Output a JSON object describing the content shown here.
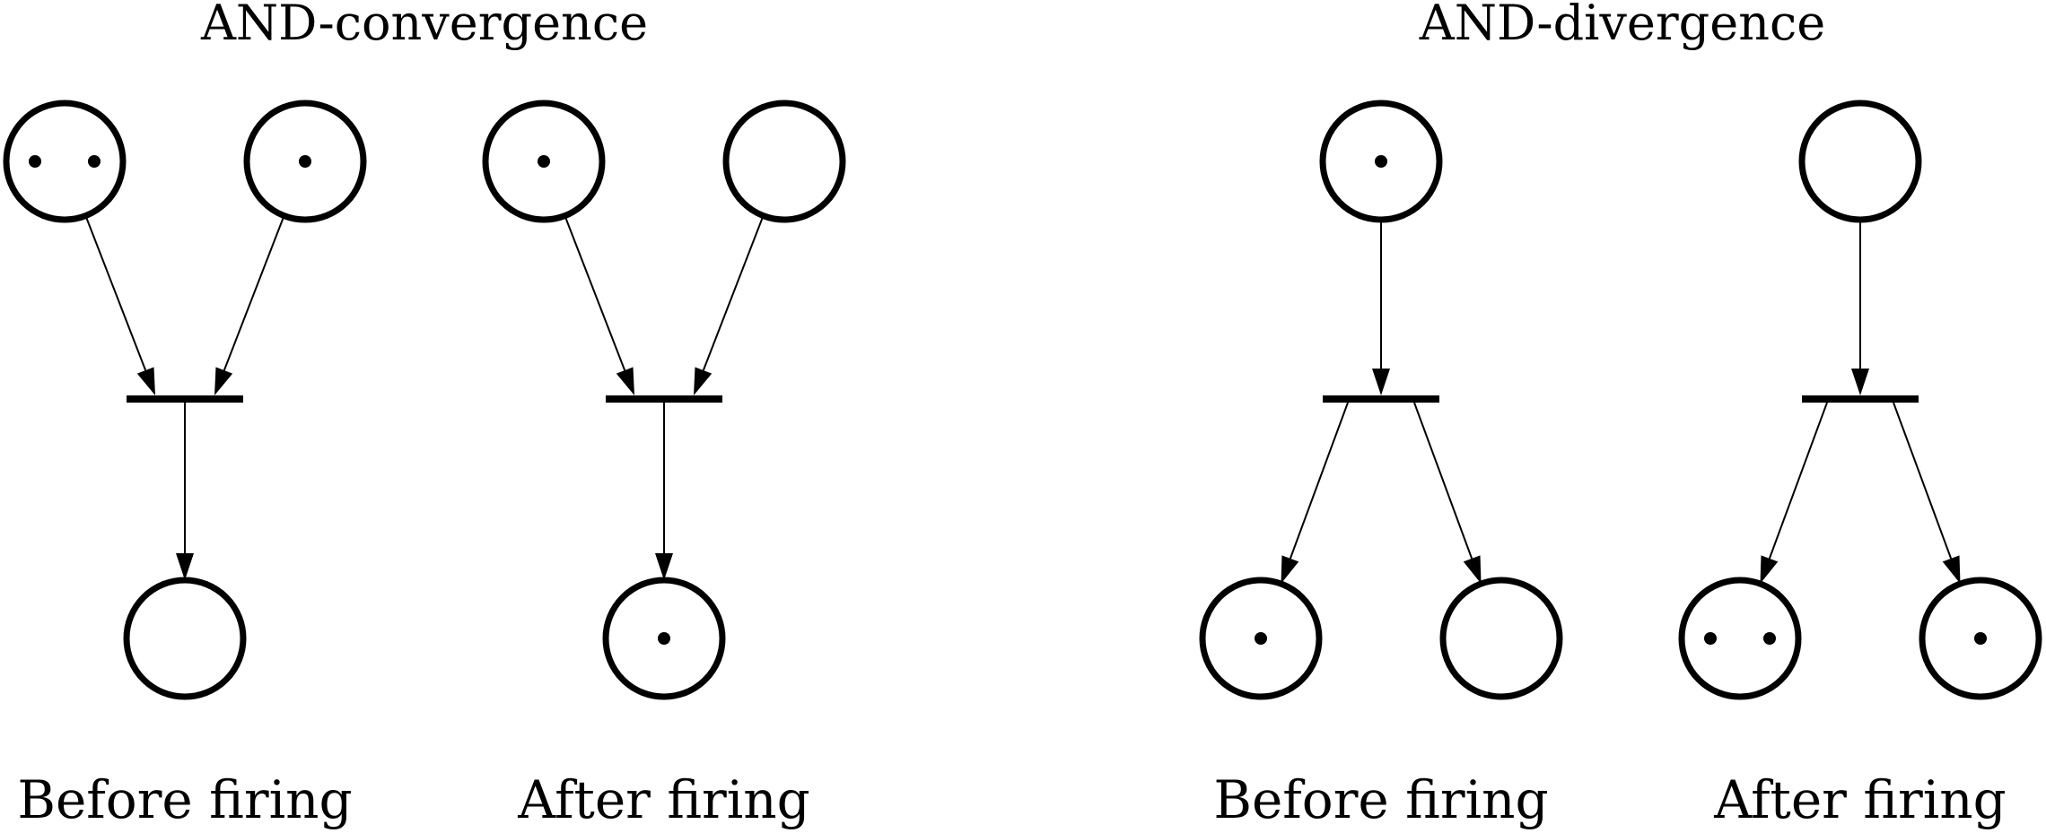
{
  "diagram_titles": {
    "and_convergence": "AND-convergence",
    "and_divergence": "AND-divergence"
  },
  "panels": [
    {
      "group": "and_convergence",
      "caption": "Before firing",
      "inputs": [
        {
          "tokens": 2
        },
        {
          "tokens": 1
        }
      ],
      "outputs": [
        {
          "tokens": 0
        }
      ]
    },
    {
      "group": "and_convergence",
      "caption": "After firing",
      "inputs": [
        {
          "tokens": 1
        },
        {
          "tokens": 0
        }
      ],
      "outputs": [
        {
          "tokens": 1
        }
      ]
    },
    {
      "group": "and_divergence",
      "caption": "Before firing",
      "inputs": [
        {
          "tokens": 1
        }
      ],
      "outputs": [
        {
          "tokens": 1
        },
        {
          "tokens": 0
        }
      ]
    },
    {
      "group": "and_divergence",
      "caption": "After firing",
      "inputs": [
        {
          "tokens": 0
        }
      ],
      "outputs": [
        {
          "tokens": 2
        },
        {
          "tokens": 1
        }
      ]
    }
  ]
}
